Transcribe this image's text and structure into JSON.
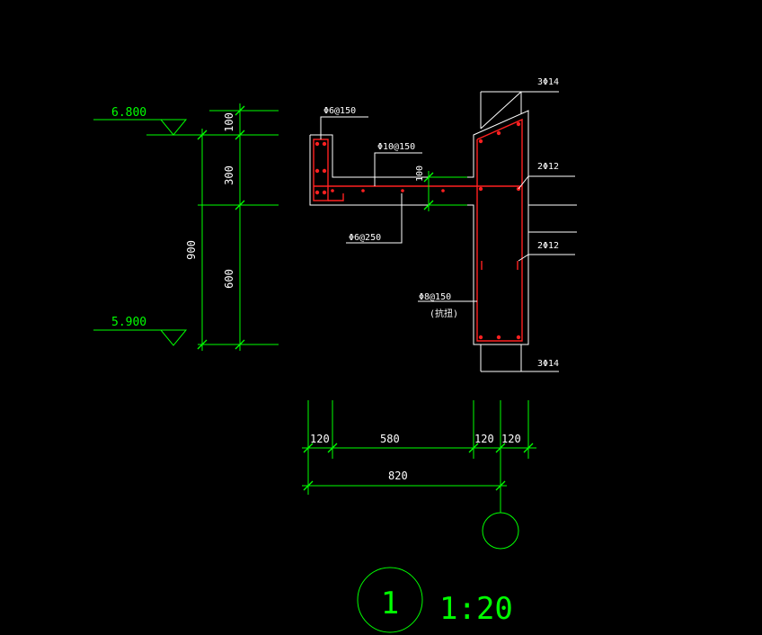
{
  "elevations": {
    "top": "6.800",
    "bottom": "5.900"
  },
  "vertical_dims": {
    "d100": "100",
    "d300": "300",
    "d600": "600",
    "total": "900"
  },
  "rebar_labels": {
    "top_stirrup": "Φ6@150",
    "slab_top": "Φ10@150",
    "slab_thickness": "100",
    "slab_bottom": "Φ6@250",
    "col_stirrup": "Φ8@150",
    "col_stirrup_note": "(抗扭)",
    "top_bars": "3Φ14",
    "side_bars_1": "2Φ12",
    "side_bars_2": "2Φ12",
    "bottom_bars": "3Φ14"
  },
  "horizontal_dims": {
    "d1": "120",
    "d2": "580",
    "d3": "120",
    "d4": "120",
    "total": "820"
  },
  "title": {
    "number": "1",
    "scale": "1:20"
  },
  "colors": {
    "dim_line": "#00ff00",
    "outline": "#ffffff",
    "rebar": "#ff2020",
    "background": "#000000"
  }
}
